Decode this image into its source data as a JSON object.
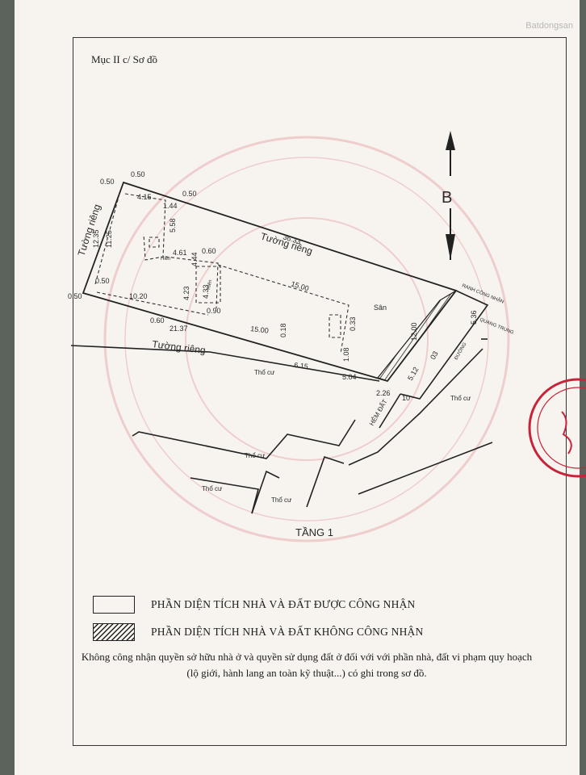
{
  "document": {
    "section_title": "Mục II c/ Sơ đồ",
    "watermark": "Batdongsan",
    "north_label": "B",
    "floor_label": "TẦNG 1"
  },
  "plan_labels": {
    "rieng_top": "Tường riêng",
    "rieng_left": "Tường riêng",
    "rieng_bottom": "Tường riêng",
    "san": "Sân",
    "ranh": "RANH CÔNG NHẬN",
    "quang_trung": "QUANG TRUNG",
    "duong": "ĐƯỜNG",
    "hem": "HẺM ĐẤT",
    "hien1": "Hiên",
    "hien2": "Hiên",
    "tho_cu_1": "Thổ cư",
    "tho_cu_2": "Thổ cư",
    "tho_cu_3": "Thổ cư",
    "tho_cu_4": "Thổ cư",
    "tho_cu_5": "Thổ cư"
  },
  "dimensions": {
    "d050a": "0.50",
    "d050b": "0.50",
    "d050c": "0.50",
    "d050d": "0.50",
    "d050e": "0.50",
    "d415": "4.15",
    "d144": "1.44",
    "d558": "5.58",
    "d3633": "36.33",
    "d1235": "12.35",
    "d1125": "11.25",
    "d461": "4.61",
    "d060a": "0.60",
    "d060b": "0.60",
    "d444": "4.44",
    "d423": "4.23",
    "d433": "4.33",
    "d1500a": "15.00",
    "d1500b": "15.00",
    "d1020": "10.20",
    "d090": "0.90",
    "d2137": "21.37",
    "d018": "0.18",
    "d033": "0.33",
    "d108": "1.08",
    "d615": "6.15",
    "d504": "5.04",
    "d1200": "12.00",
    "d226": "2.26",
    "d512": "5.12",
    "d536": "5.36",
    "d03": "03",
    "d10": "10"
  },
  "legend": {
    "recognized": "PHẦN DIỆN TÍCH NHÀ VÀ ĐẤT ĐƯỢC CÔNG NHẬN",
    "not_recognized": "PHẦN DIỆN TÍCH NHÀ VÀ ĐẤT KHÔNG CÔNG NHẬN"
  },
  "note": "Không công nhận quyền sở hữu nhà ở và quyền sử dụng đất ở đối với với phần nhà, đất vi phạm quy hoạch (lộ giới, hành lang an toàn kỹ thuật...) có ghi trong sơ đồ.",
  "colors": {
    "seal": "#c7243a",
    "paper": "#f7f4ef",
    "line": "#222222"
  }
}
